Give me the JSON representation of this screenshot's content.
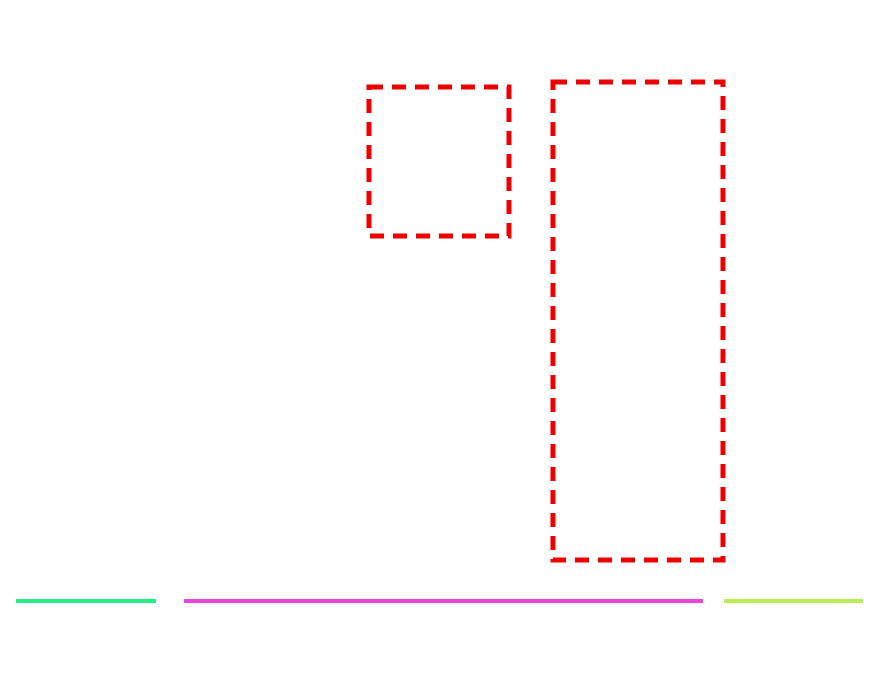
{
  "colors": {
    "background": "#ffffff",
    "dashed_box": "#ee0000",
    "segment_left": "#22ee88",
    "segment_middle": "#ee44dd",
    "segment_right": "#bbee55"
  },
  "elements": {
    "boxes": [
      {
        "name": "dashed-box-small",
        "style": "dashed"
      },
      {
        "name": "dashed-box-tall",
        "style": "dashed"
      }
    ],
    "segments": [
      {
        "name": "segment-left",
        "color_key": "segment_left"
      },
      {
        "name": "segment-middle",
        "color_key": "segment_middle"
      },
      {
        "name": "segment-right",
        "color_key": "segment_right"
      }
    ]
  }
}
